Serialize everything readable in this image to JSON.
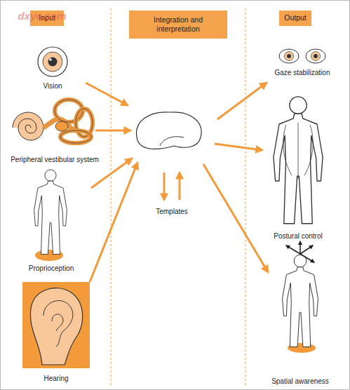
{
  "diagram": {
    "nodes": [
      {
        "text": [
          "Input"
        ]
      },
      {
        "text": [
          "Integration and interpretation"
        ]
      },
      {
        "text": [
          "Output"
        ]
      }
    ],
    "labels": [
      "dxye.com",
      "Vision",
      "Peripheral vestibular system",
      "Proprioception",
      "Hearing",
      "Templates",
      "Gaze stabilization",
      "Postural control",
      "Spatial awareness"
    ]
  }
}
